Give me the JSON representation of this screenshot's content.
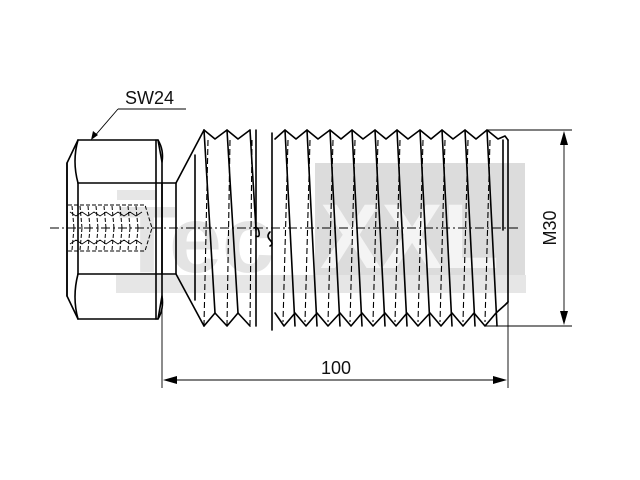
{
  "drawing": {
    "title": "Threaded stud with hex socket end",
    "labels": {
      "wrench_size": "SW24",
      "thread_size": "M30",
      "length": "100"
    },
    "watermark": {
      "prefix": "Tec",
      "suffix": "XXL"
    },
    "colors": {
      "line": "#000000",
      "watermark_light": "#e6e6e6",
      "watermark_dark": "#d4d4d4"
    }
  }
}
